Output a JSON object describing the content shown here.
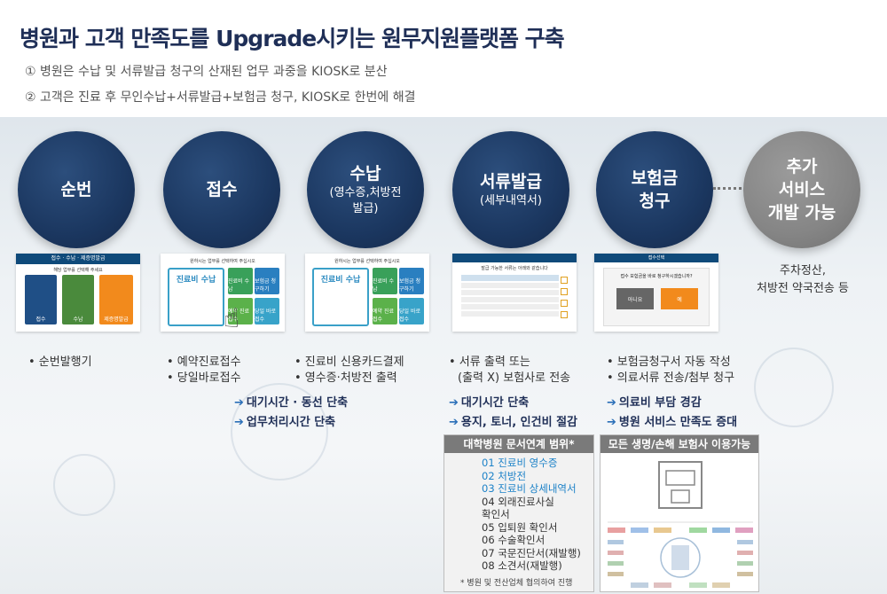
{
  "header": {
    "title": "병원과 고객 만족도를 Upgrade시키는 원무지원플랫폼 구축",
    "sub1": "① 병원은 수납 및 서류발급 청구의 산재된 업무 과중을 KIOSK로 분산",
    "sub2": "② 고객은 진료 후 무인수납+서류발급+보험금 청구, KIOSK로 한번에 해결"
  },
  "steps": [
    {
      "lines": [
        "순번"
      ],
      "sub": []
    },
    {
      "lines": [
        "접수"
      ],
      "sub": []
    },
    {
      "lines": [
        "수납"
      ],
      "sub": [
        "(영수증,처방전",
        "발급)"
      ]
    },
    {
      "lines": [
        "서류발급"
      ],
      "sub": [
        "(세부내역서)"
      ]
    },
    {
      "lines": [
        "보험금",
        "청구"
      ],
      "sub": []
    },
    {
      "lines": [
        "추가",
        "서비스",
        "개발 가능"
      ],
      "sub": []
    }
  ],
  "screens": {
    "s1": {
      "title": "접수 · 수납 · 제증명발급",
      "hint": "해당 업무를 선택해 주세요",
      "tiles": [
        "접수",
        "수납",
        "제증명발급"
      ]
    },
    "s2": {
      "title": "원하시는 업무를 선택하여 주십시오",
      "main": "진료비 수납",
      "tiles": [
        "진료비 수납",
        "보험금 청구하기",
        "예약 진료접수",
        "당일 바로접수"
      ]
    },
    "s3": {
      "title": "원하시는 업무를 선택하여 주십시오",
      "main": "진료비 수납",
      "tiles": [
        "진료비 수납",
        "보험금 청구하기",
        "예약 진료접수",
        "당일 바로접수"
      ]
    },
    "s4": {
      "title": "발급 가능한 서류는 아래와 같습니다"
    },
    "s5": {
      "title": "접수선택",
      "question": "접수 보험금을 바로 청구하시겠습니까?",
      "no": "아니요",
      "yes": "예"
    }
  },
  "side_text": {
    "line1": "주차정산,",
    "line2": "처방전 약국전송 등"
  },
  "bullets": {
    "b1": [
      "• 순번발행기"
    ],
    "b2": [
      "• 예약진료접수",
      "• 당일바로접수"
    ],
    "b3": [
      "• 진료비 신용카드결제",
      "• 영수증·처방전 출력"
    ],
    "b4": [
      "• 서류 출력 또는",
      "(출력 X) 보험사로 전송"
    ],
    "b5": [
      "• 보험금청구서 자동 작성",
      "• 의료서류 전송/첨부 청구"
    ]
  },
  "benefits": {
    "arrow": "➔",
    "c2": [
      "대기시간 · 동선 단축",
      "업무처리시간 단축"
    ],
    "c4": [
      "대기시간 단축",
      "용지, 토너, 인건비 절감"
    ],
    "c5": [
      "의료비 부담 경감",
      "병원 서비스 만족도 증대"
    ]
  },
  "panel_left": {
    "header": "대학병원 문서연계 범위*",
    "items_hl": [
      "01 진료비 영수증",
      "02 처방전",
      "03 진료비 상세내역서"
    ],
    "items": [
      "04 외래진료사실",
      "확인서",
      "05 입퇴원 확인서",
      "06 수술확인서",
      "07 국문진단서(재발행)",
      "08 소견서(재발행)"
    ],
    "note": "* 병원 및 전산업체 협의하여 진행"
  },
  "panel_right": {
    "header": "모든 생명/손해 보험사 이용가능"
  },
  "colors": {
    "navy": "#1b3760",
    "gray_circle": "#858585",
    "highlight": "#1d82c8",
    "orange": "#f28a1c",
    "green": "#4a8a3c"
  }
}
